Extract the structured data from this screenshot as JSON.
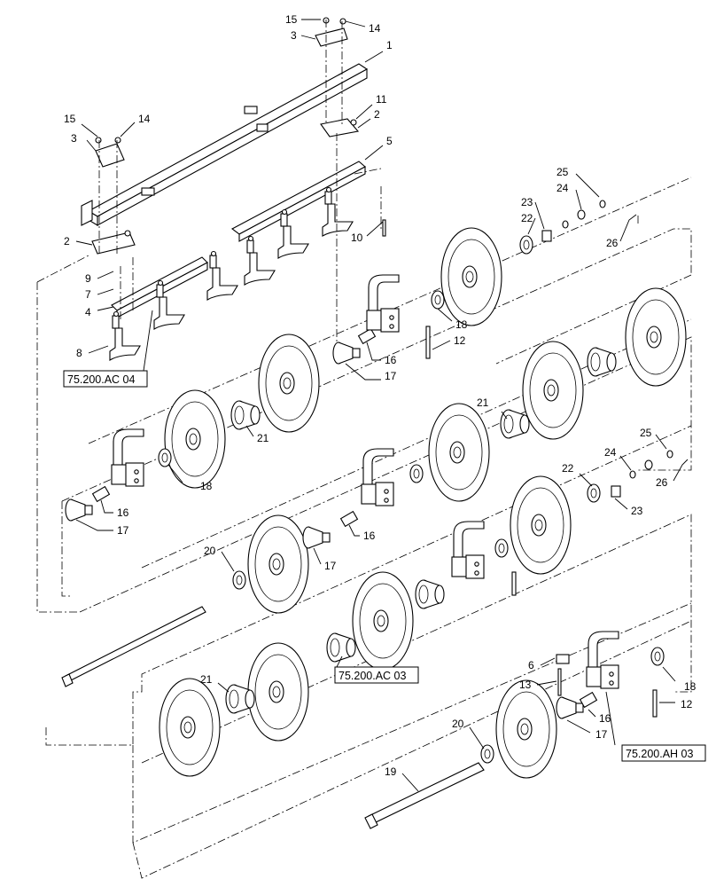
{
  "diagram": {
    "callouts": [
      "15",
      "14",
      "3",
      "1",
      "11",
      "2",
      "15",
      "14",
      "3",
      "5",
      "25",
      "24",
      "23",
      "22",
      "10",
      "26",
      "2",
      "9",
      "7",
      "4",
      "18",
      "12",
      "8",
      "16",
      "17",
      "21",
      "18",
      "16",
      "17",
      "21",
      "25",
      "24",
      "22",
      "26",
      "23",
      "16",
      "20",
      "17",
      "6",
      "18",
      "13",
      "16",
      "12",
      "21",
      "20",
      "17",
      "19"
    ],
    "references": [
      "75.200.AC 04",
      "75.200.AC 03",
      "75.200.AH 03"
    ]
  }
}
